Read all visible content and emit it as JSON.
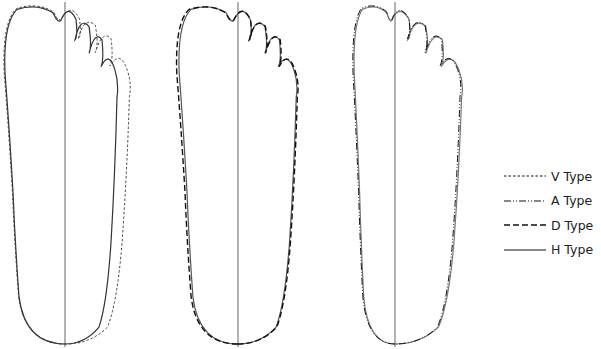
{
  "diagram": {
    "legend": [
      {
        "text": "V Type"
      },
      {
        "text": "A Type"
      },
      {
        "text": "D Type"
      },
      {
        "text": "H Type"
      }
    ]
  }
}
